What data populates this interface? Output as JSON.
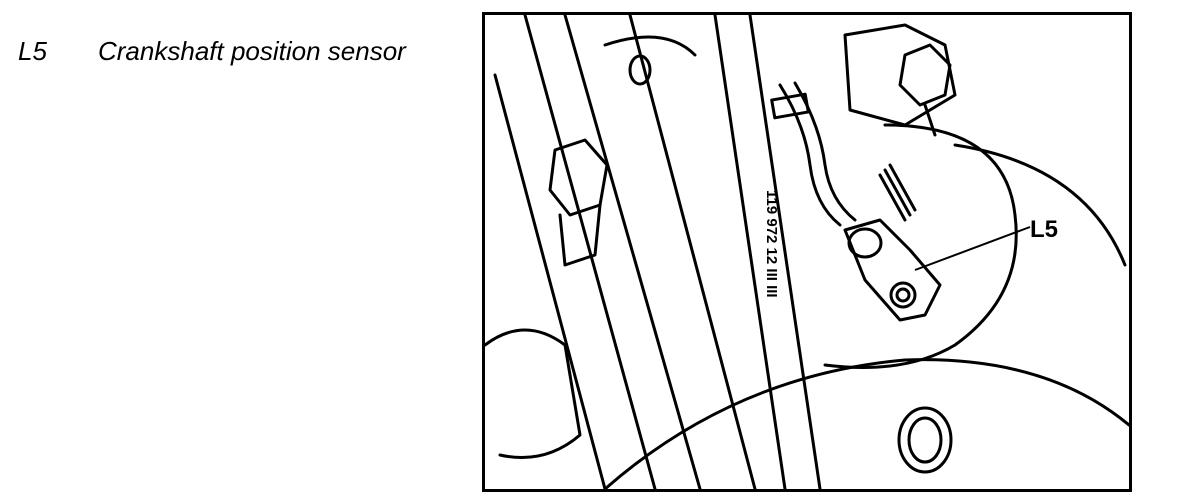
{
  "caption": {
    "code": "L5",
    "text": "Crankshaft position sensor"
  },
  "figure": {
    "callout_label": "L5",
    "stamp_text": "119 972 12 III III"
  }
}
